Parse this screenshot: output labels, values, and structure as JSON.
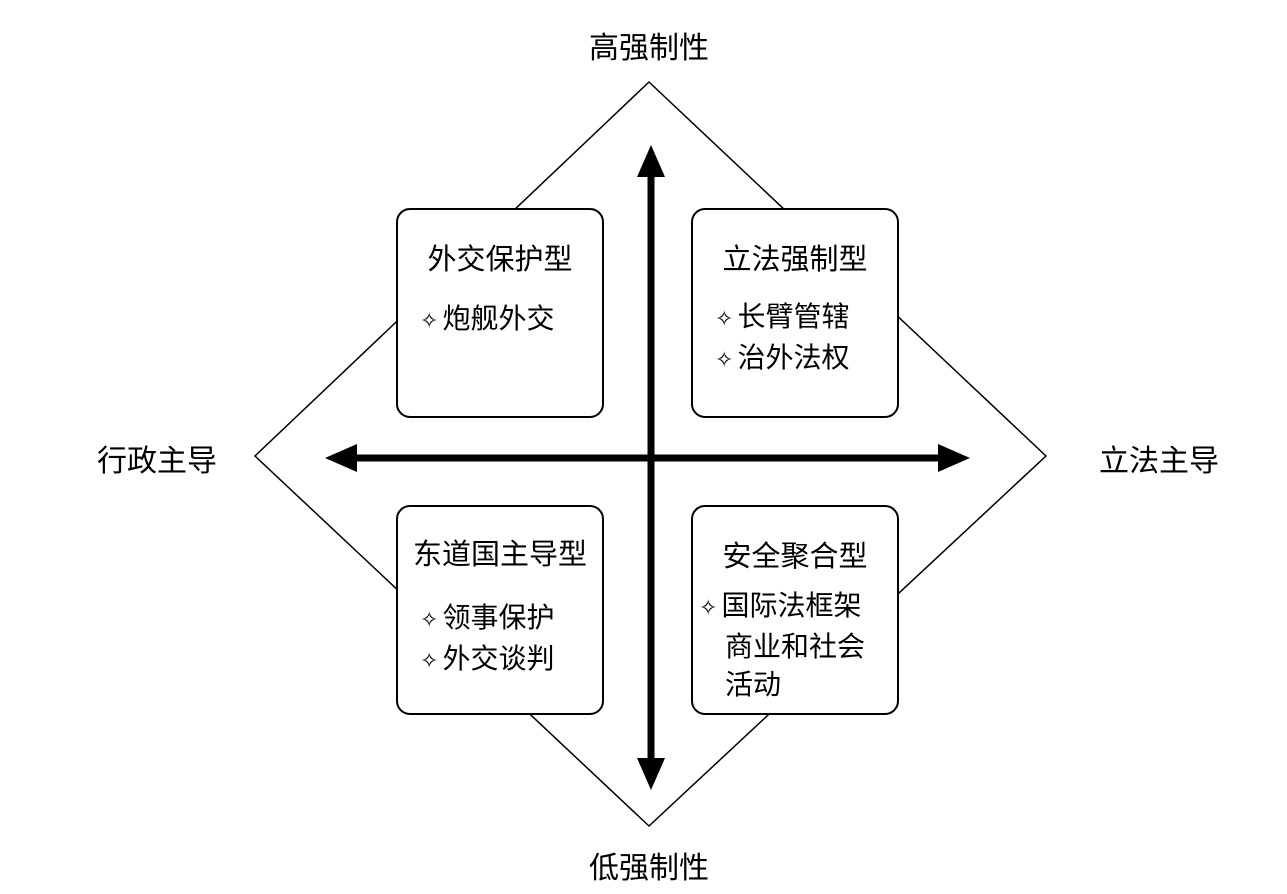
{
  "axes": {
    "top": "高强制性",
    "bottom": "低强制性",
    "left": "行政主导",
    "right": "立法主导"
  },
  "quadrants": {
    "top_left": {
      "title": "外交保护型",
      "items": [
        "炮舰外交"
      ]
    },
    "top_right": {
      "title": "立法强制型",
      "items": [
        "长臂管辖",
        "治外法权"
      ]
    },
    "bottom_left": {
      "title": "东道国主导型",
      "items": [
        "领事保护",
        "外交谈判"
      ]
    },
    "bottom_right": {
      "title": "安全聚合型",
      "items": [
        "国际法框架"
      ],
      "continuation": [
        "商业和社会",
        "活动"
      ]
    }
  },
  "bullet_symbol": "✧"
}
